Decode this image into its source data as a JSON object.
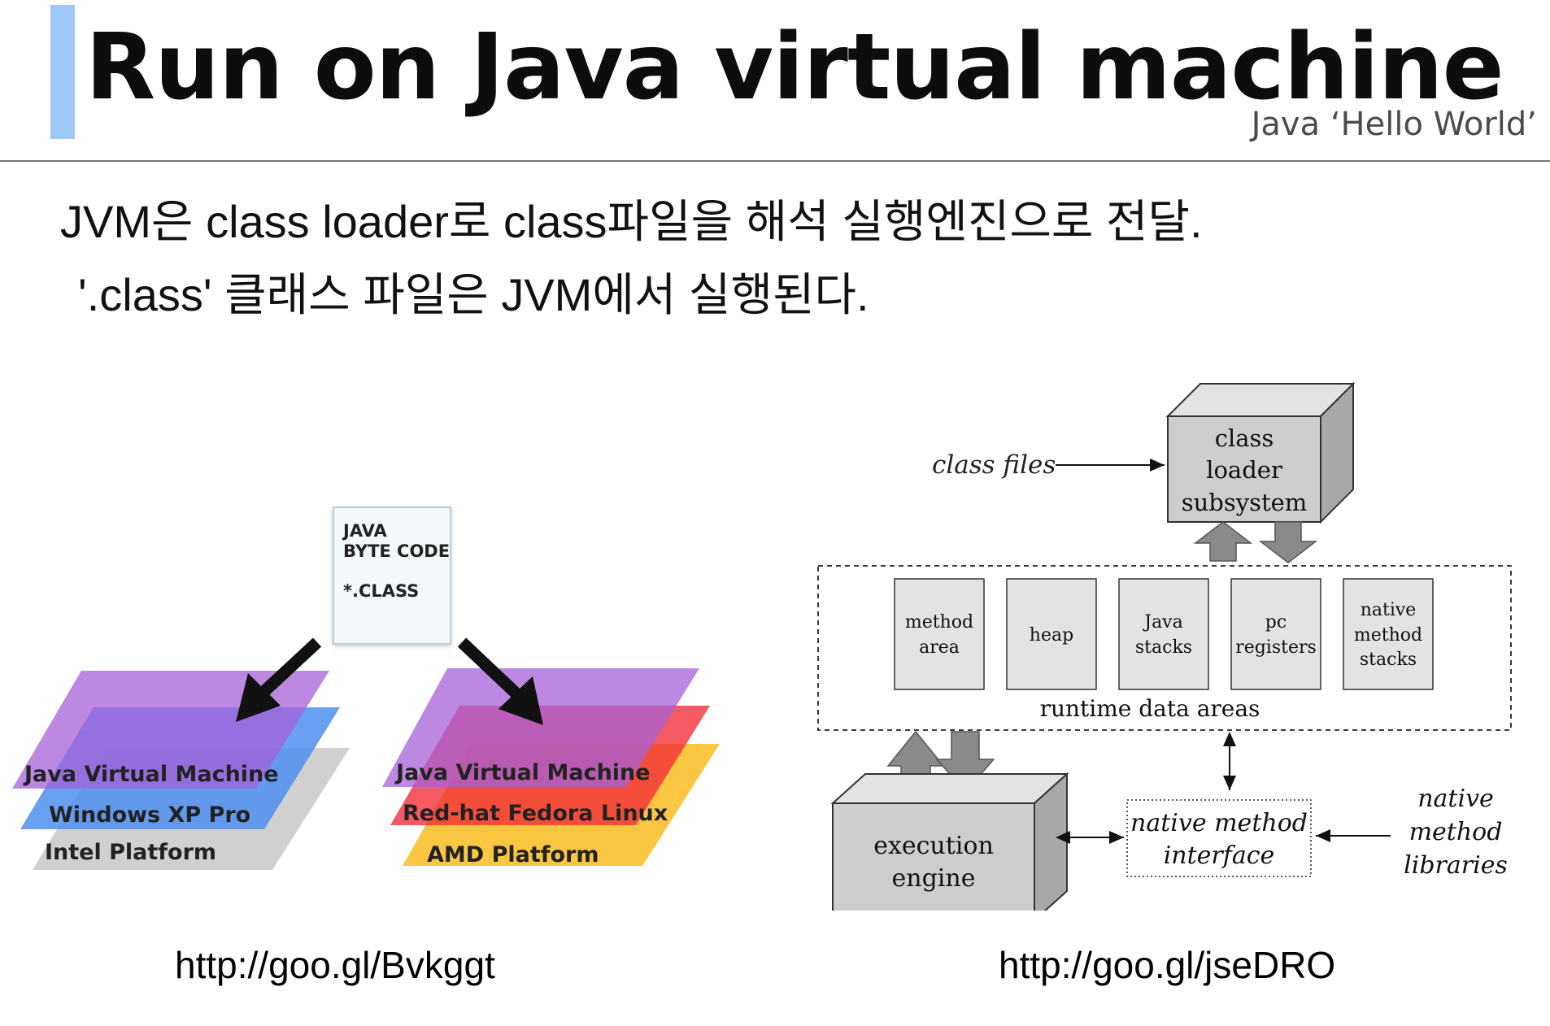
{
  "header": {
    "title": "Run on Java virtual machine",
    "subtitle": "Java ‘Hello World’"
  },
  "body": {
    "line1": "JVM은 class loader로 class파일을 해석 실행엔진으로 전달.",
    "line2": "'.class' 클래스 파일은 JVM에서 실행된다."
  },
  "left_diagram": {
    "bytecode_line1": "JAVA",
    "bytecode_line2": "BYTE CODE",
    "bytecode_line3": "*.CLASS",
    "left_stack": [
      "Java Virtual Machine",
      "Windows XP Pro",
      "Intel Platform"
    ],
    "right_stack": [
      "Java Virtual Machine",
      "Red-hat Fedora Linux",
      "AMD Platform"
    ]
  },
  "right_diagram": {
    "class_files": "class files",
    "class_loader": [
      "class",
      "loader",
      "subsystem"
    ],
    "areas": [
      [
        "method",
        "area"
      ],
      [
        "heap"
      ],
      [
        "Java",
        "stacks"
      ],
      [
        "pc",
        "registers"
      ],
      [
        "native",
        "method",
        "stacks"
      ]
    ],
    "runtime_label": "runtime data areas",
    "execution_engine": [
      "execution",
      "engine"
    ],
    "native_interface": [
      "native method",
      "interface"
    ],
    "native_libraries": [
      "native",
      "method",
      "libraries"
    ]
  },
  "links": {
    "left_url": "http://goo.gl/Bvkggt",
    "right_url": "http://goo.gl/jseDRO"
  }
}
